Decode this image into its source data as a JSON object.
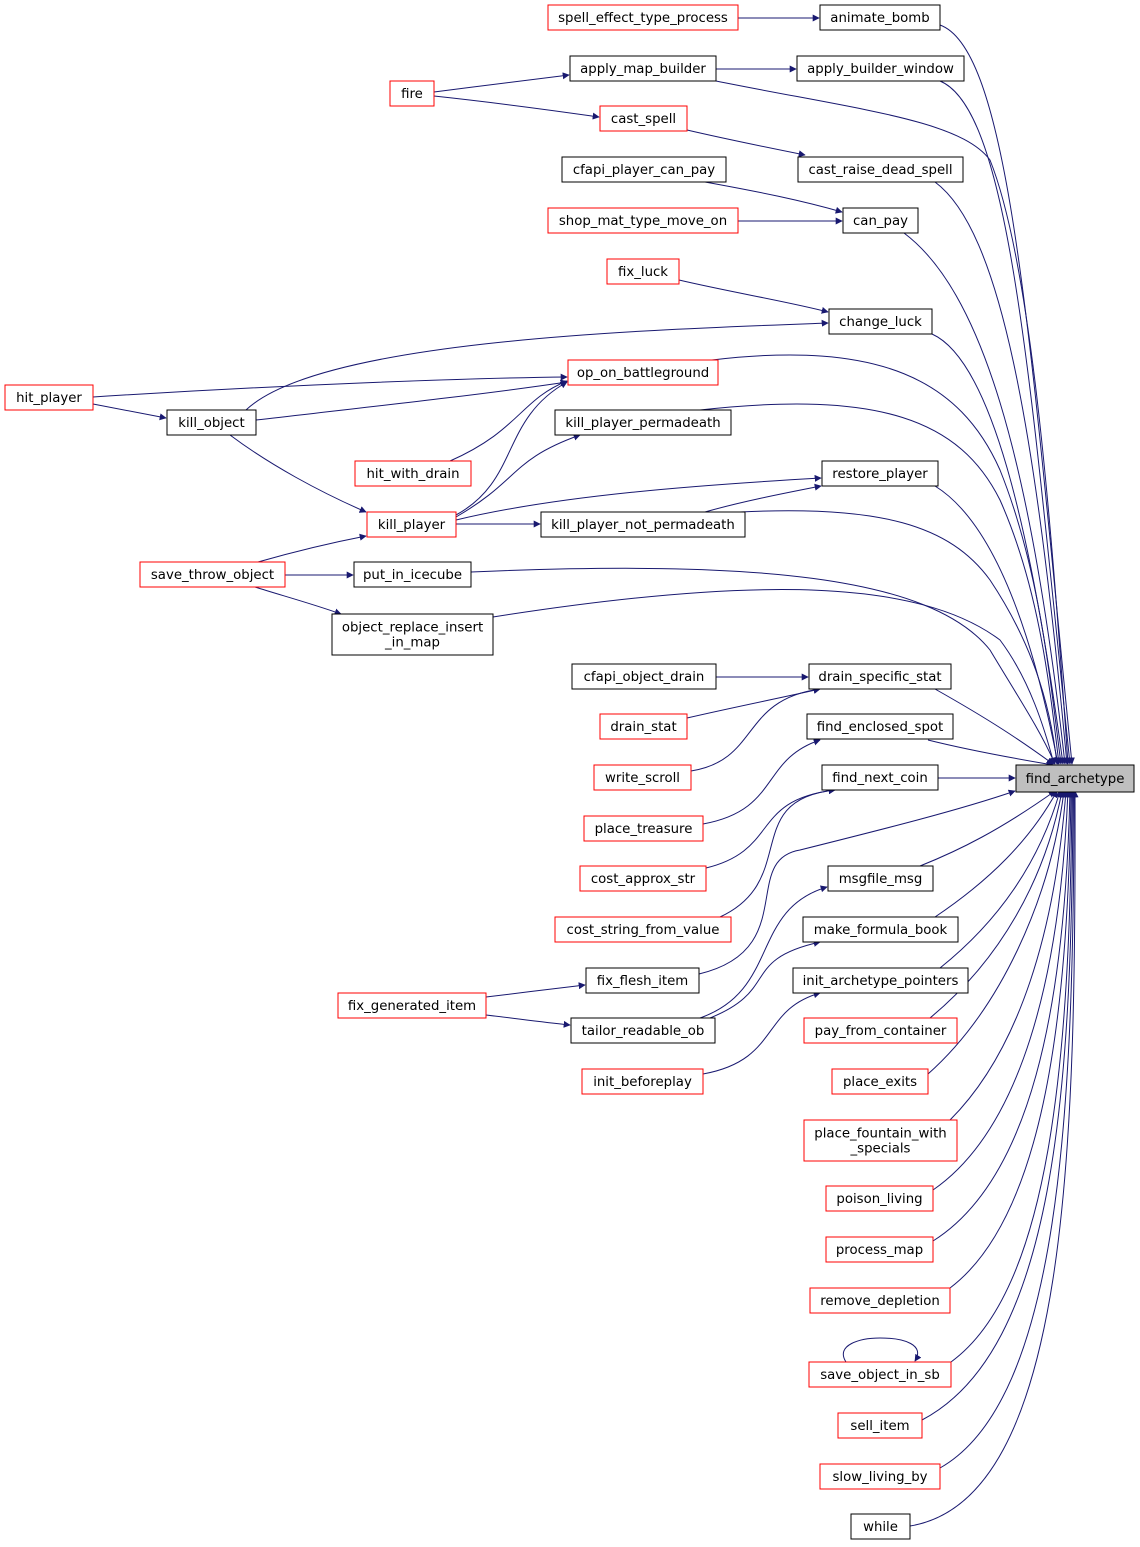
{
  "target_function": "find_archetype",
  "colors": {
    "edge": "#191970",
    "target_fill": "#bfbfbf",
    "node_border_default": "#000000",
    "node_border_truncated": "#ff0000"
  },
  "nodes": {
    "find_archetype": {
      "lines": [
        "find_archetype"
      ],
      "style": "target"
    },
    "animate_bomb": {
      "lines": [
        "animate_bomb"
      ],
      "style": "black"
    },
    "spell_effect_type_process": {
      "lines": [
        "spell_effect_type_process"
      ],
      "style": "red"
    },
    "apply_builder_window": {
      "lines": [
        "apply_builder_window"
      ],
      "style": "black"
    },
    "apply_map_builder": {
      "lines": [
        "apply_map_builder"
      ],
      "style": "black"
    },
    "fire": {
      "lines": [
        "fire"
      ],
      "style": "red"
    },
    "cast_spell": {
      "lines": [
        "cast_spell"
      ],
      "style": "red"
    },
    "cast_raise_dead_spell": {
      "lines": [
        "cast_raise_dead_spell"
      ],
      "style": "black"
    },
    "cfapi_player_can_pay": {
      "lines": [
        "cfapi_player_can_pay"
      ],
      "style": "black"
    },
    "can_pay": {
      "lines": [
        "can_pay"
      ],
      "style": "black"
    },
    "shop_mat_type_move_on": {
      "lines": [
        "shop_mat_type_move_on"
      ],
      "style": "red"
    },
    "fix_luck": {
      "lines": [
        "fix_luck"
      ],
      "style": "red"
    },
    "change_luck": {
      "lines": [
        "change_luck"
      ],
      "style": "black"
    },
    "op_on_battleground": {
      "lines": [
        "op_on_battleground"
      ],
      "style": "red"
    },
    "hit_player": {
      "lines": [
        "hit_player"
      ],
      "style": "red"
    },
    "kill_object": {
      "lines": [
        "kill_object"
      ],
      "style": "black"
    },
    "kill_player_permadeath": {
      "lines": [
        "kill_player_permadeath"
      ],
      "style": "black"
    },
    "hit_with_drain": {
      "lines": [
        "hit_with_drain"
      ],
      "style": "red"
    },
    "restore_player": {
      "lines": [
        "restore_player"
      ],
      "style": "black"
    },
    "kill_player": {
      "lines": [
        "kill_player"
      ],
      "style": "red"
    },
    "kill_player_not_permadeath": {
      "lines": [
        "kill_player_not_permadeath"
      ],
      "style": "black"
    },
    "save_throw_object": {
      "lines": [
        "save_throw_object"
      ],
      "style": "red"
    },
    "put_in_icecube": {
      "lines": [
        "put_in_icecube"
      ],
      "style": "black"
    },
    "object_replace_insert_in_map": {
      "lines": [
        "object_replace_insert",
        "_in_map"
      ],
      "style": "black"
    },
    "cfapi_object_drain": {
      "lines": [
        "cfapi_object_drain"
      ],
      "style": "black"
    },
    "drain_specific_stat": {
      "lines": [
        "drain_specific_stat"
      ],
      "style": "black"
    },
    "drain_stat": {
      "lines": [
        "drain_stat"
      ],
      "style": "red"
    },
    "find_enclosed_spot": {
      "lines": [
        "find_enclosed_spot"
      ],
      "style": "black"
    },
    "write_scroll": {
      "lines": [
        "write_scroll"
      ],
      "style": "red"
    },
    "find_next_coin": {
      "lines": [
        "find_next_coin"
      ],
      "style": "black"
    },
    "place_treasure": {
      "lines": [
        "place_treasure"
      ],
      "style": "red"
    },
    "cost_approx_str": {
      "lines": [
        "cost_approx_str"
      ],
      "style": "red"
    },
    "msgfile_msg": {
      "lines": [
        "msgfile_msg"
      ],
      "style": "black"
    },
    "cost_string_from_value": {
      "lines": [
        "cost_string_from_value"
      ],
      "style": "red"
    },
    "make_formula_book": {
      "lines": [
        "make_formula_book"
      ],
      "style": "black"
    },
    "fix_flesh_item": {
      "lines": [
        "fix_flesh_item"
      ],
      "style": "black"
    },
    "init_archetype_pointers": {
      "lines": [
        "init_archetype_pointers"
      ],
      "style": "black"
    },
    "fix_generated_item": {
      "lines": [
        "fix_generated_item"
      ],
      "style": "red"
    },
    "tailor_readable_ob": {
      "lines": [
        "tailor_readable_ob"
      ],
      "style": "black"
    },
    "pay_from_container": {
      "lines": [
        "pay_from_container"
      ],
      "style": "red"
    },
    "init_beforeplay": {
      "lines": [
        "init_beforeplay"
      ],
      "style": "red"
    },
    "place_exits": {
      "lines": [
        "place_exits"
      ],
      "style": "red"
    },
    "place_fountain_with_specials": {
      "lines": [
        "place_fountain_with",
        "_specials"
      ],
      "style": "red"
    },
    "poison_living": {
      "lines": [
        "poison_living"
      ],
      "style": "red"
    },
    "process_map": {
      "lines": [
        "process_map"
      ],
      "style": "red"
    },
    "remove_depletion": {
      "lines": [
        "remove_depletion"
      ],
      "style": "red"
    },
    "save_object_in_sb": {
      "lines": [
        "save_object_in_sb"
      ],
      "style": "red"
    },
    "sell_item": {
      "lines": [
        "sell_item"
      ],
      "style": "red"
    },
    "slow_living_by": {
      "lines": [
        "slow_living_by"
      ],
      "style": "red"
    },
    "while": {
      "lines": [
        "while"
      ],
      "style": "black"
    }
  },
  "edges": [
    [
      "animate_bomb",
      "find_archetype"
    ],
    [
      "spell_effect_type_process",
      "animate_bomb"
    ],
    [
      "apply_builder_window",
      "find_archetype"
    ],
    [
      "apply_map_builder",
      "apply_builder_window"
    ],
    [
      "fire",
      "apply_map_builder"
    ],
    [
      "apply_map_builder",
      "find_archetype"
    ],
    [
      "fire",
      "cast_spell"
    ],
    [
      "cast_spell",
      "cast_raise_dead_spell"
    ],
    [
      "cast_raise_dead_spell",
      "find_archetype"
    ],
    [
      "can_pay",
      "find_archetype"
    ],
    [
      "cfapi_player_can_pay",
      "can_pay"
    ],
    [
      "shop_mat_type_move_on",
      "can_pay"
    ],
    [
      "change_luck",
      "find_archetype"
    ],
    [
      "fix_luck",
      "change_luck"
    ],
    [
      "kill_object",
      "change_luck"
    ],
    [
      "op_on_battleground",
      "find_archetype"
    ],
    [
      "hit_player",
      "op_on_battleground"
    ],
    [
      "kill_object",
      "op_on_battleground"
    ],
    [
      "hit_with_drain",
      "op_on_battleground"
    ],
    [
      "kill_player",
      "op_on_battleground"
    ],
    [
      "hit_player",
      "kill_object"
    ],
    [
      "kill_object",
      "kill_player"
    ],
    [
      "kill_player_permadeath",
      "find_archetype"
    ],
    [
      "kill_player",
      "kill_player_permadeath"
    ],
    [
      "restore_player",
      "find_archetype"
    ],
    [
      "kill_player",
      "restore_player"
    ],
    [
      "kill_player_not_permadeath",
      "restore_player"
    ],
    [
      "kill_player_not_permadeath",
      "find_archetype"
    ],
    [
      "kill_player",
      "kill_player_not_permadeath"
    ],
    [
      "save_throw_object",
      "kill_player"
    ],
    [
      "put_in_icecube",
      "find_archetype"
    ],
    [
      "save_throw_object",
      "put_in_icecube"
    ],
    [
      "object_replace_insert_in_map",
      "find_archetype"
    ],
    [
      "save_throw_object",
      "object_replace_insert_in_map"
    ],
    [
      "drain_specific_stat",
      "find_archetype"
    ],
    [
      "cfapi_object_drain",
      "drain_specific_stat"
    ],
    [
      "drain_stat",
      "drain_specific_stat"
    ],
    [
      "write_scroll",
      "drain_specific_stat"
    ],
    [
      "find_enclosed_spot",
      "find_archetype"
    ],
    [
      "place_treasure",
      "find_enclosed_spot"
    ],
    [
      "find_next_coin",
      "find_archetype"
    ],
    [
      "cost_approx_str",
      "find_next_coin"
    ],
    [
      "cost_string_from_value",
      "find_next_coin"
    ],
    [
      "fix_flesh_item",
      "find_archetype"
    ],
    [
      "fix_generated_item",
      "fix_flesh_item"
    ],
    [
      "msgfile_msg",
      "find_archetype"
    ],
    [
      "tailor_readable_ob",
      "msgfile_msg"
    ],
    [
      "make_formula_book",
      "find_archetype"
    ],
    [
      "tailor_readable_ob",
      "make_formula_book"
    ],
    [
      "fix_generated_item",
      "tailor_readable_ob"
    ],
    [
      "init_archetype_pointers",
      "find_archetype"
    ],
    [
      "init_beforeplay",
      "init_archetype_pointers"
    ],
    [
      "pay_from_container",
      "find_archetype"
    ],
    [
      "place_exits",
      "find_archetype"
    ],
    [
      "place_fountain_with_specials",
      "find_archetype"
    ],
    [
      "poison_living",
      "find_archetype"
    ],
    [
      "process_map",
      "find_archetype"
    ],
    [
      "remove_depletion",
      "find_archetype"
    ],
    [
      "save_object_in_sb",
      "find_archetype"
    ],
    [
      "save_object_in_sb",
      "save_object_in_sb"
    ],
    [
      "sell_item",
      "find_archetype"
    ],
    [
      "slow_living_by",
      "find_archetype"
    ],
    [
      "while",
      "find_archetype"
    ]
  ]
}
